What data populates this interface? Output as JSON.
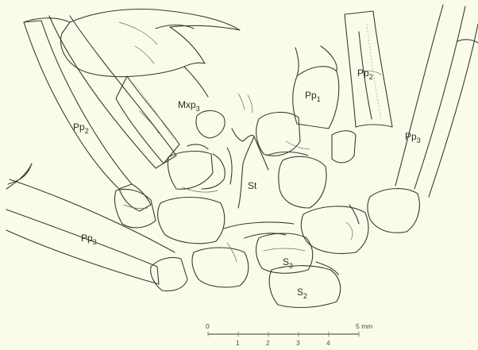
{
  "labels": {
    "mxp3": {
      "base": "Mxp",
      "sub": "3"
    },
    "pp1": {
      "base": "Pp",
      "sub": "1"
    },
    "pp2_right": {
      "base": "Pp",
      "sub": "2"
    },
    "pp2_left": {
      "base": "Pp",
      "sub": "2"
    },
    "pp3_right": {
      "base": "Pp",
      "sub": "3"
    },
    "pp3_left": {
      "base": "Pp",
      "sub": "3"
    },
    "st": {
      "base": "St",
      "sub": ""
    },
    "s3": {
      "base": "S",
      "sub": "3"
    },
    "s2": {
      "base": "S",
      "sub": "2"
    }
  },
  "scale_bar": {
    "start_label": "0",
    "end_label": "5 mm",
    "ticks": [
      "1",
      "2",
      "3",
      "4"
    ]
  }
}
